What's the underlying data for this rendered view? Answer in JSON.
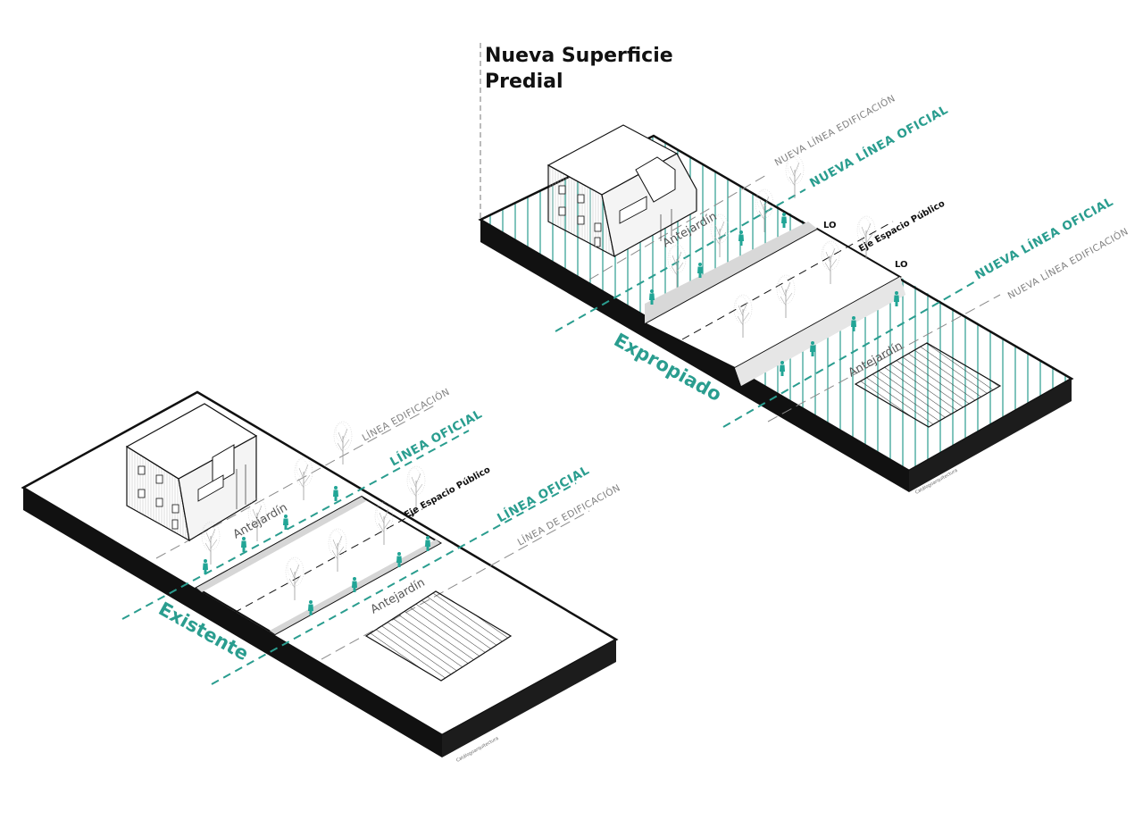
{
  "colors": {
    "accent": "#2a9d8f",
    "ink": "#111111",
    "grey_line": "#8a8a8a",
    "figure": "#22a596"
  },
  "title": {
    "line1": "Nueva Superficie",
    "line2": "Predial"
  },
  "existente": {
    "label": "Existente",
    "linea_edificacion_top": "LÍNEA EDIFICACIÓN",
    "linea_oficial_top": "LÍNEA OFICIAL",
    "linea_oficial_bottom": "LÍNEA OFICIAL",
    "linea_edificacion_bottom": "LÍNEA DE EDIFICACIÓN",
    "eje": "Eje Espacio Público",
    "antejardin_left": "Antejardín",
    "antejardin_right": "Antejardín",
    "credit": "Catálogoarquitectura"
  },
  "expropiado": {
    "label": "Expropiado",
    "nueva_linea_edificacion_top": "NUEVA LÍNEA EDIFICACIÓN",
    "nueva_linea_oficial_top": "NUEVA LÍNEA OFICIAL",
    "nueva_linea_oficial_bottom": "NUEVA LÍNEA OFICIAL",
    "nueva_linea_edificacion_bottom": "NUEVA LÍNEA EDIFICACIÓN",
    "lo_top": "LO",
    "lo_bottom": "LO",
    "eje": "Eje Espacio Público",
    "antejardin_left": "Antejardín",
    "antejardin_right": "Antejardín",
    "credit": "Catálogoarquitectura"
  }
}
